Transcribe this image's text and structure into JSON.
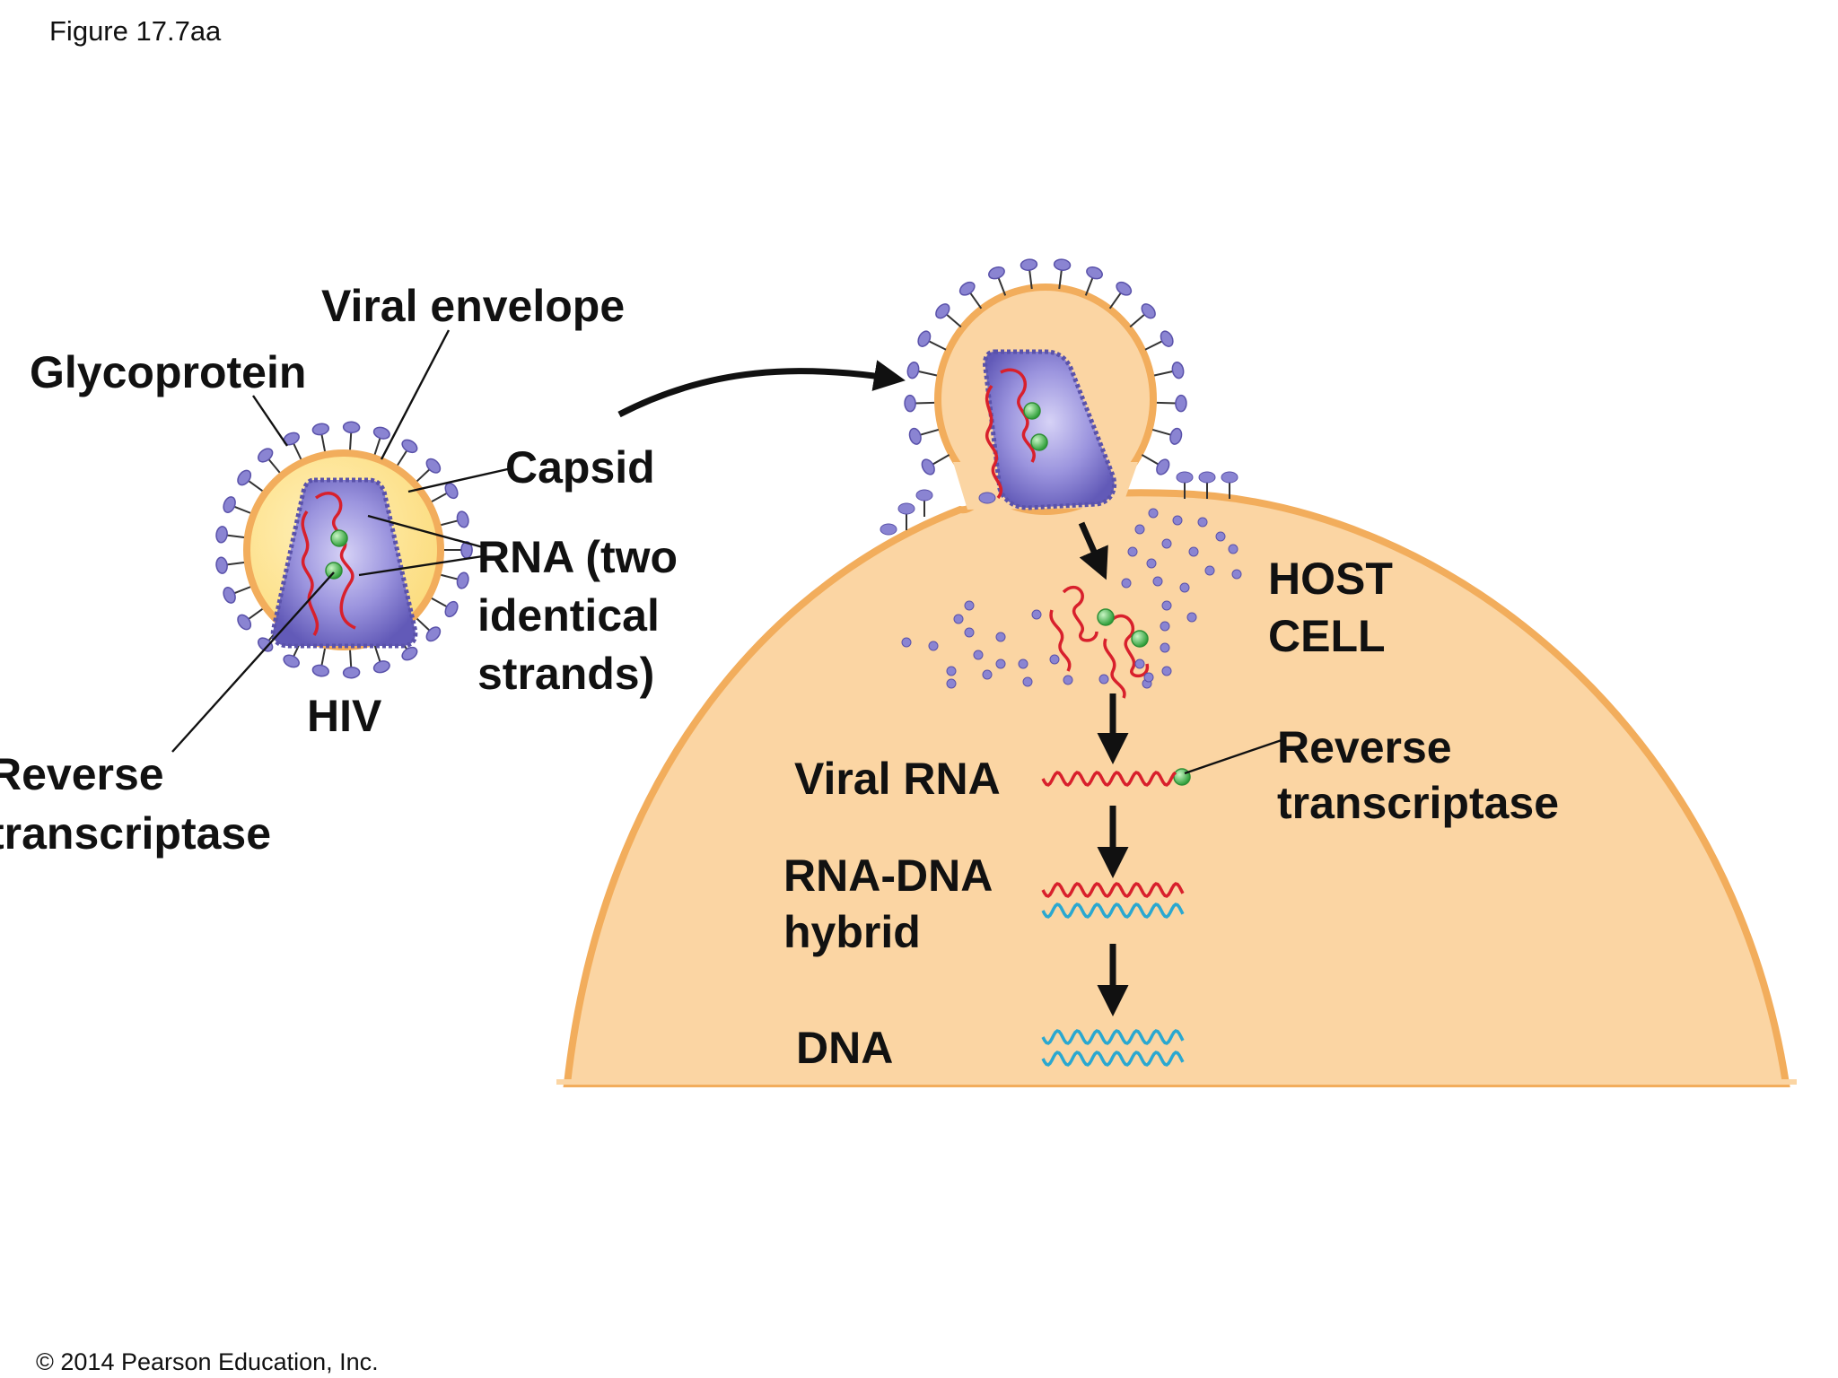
{
  "figure_label": "Figure 17.7aa",
  "copyright": "© 2014 Pearson Education, Inc.",
  "labels": {
    "viral_envelope": "Viral envelope",
    "glycoprotein": "Glycoprotein",
    "capsid": "Capsid",
    "rna_line1": "RNA (two",
    "rna_line2": "identical",
    "rna_line3": "strands)",
    "hiv": "HIV",
    "reverse_transcriptase_left_line1": "Reverse",
    "reverse_transcriptase_left_line2": "transcriptase",
    "host_cell_line1": "HOST",
    "host_cell_line2": "CELL",
    "reverse_transcriptase_right_line1": "Reverse",
    "reverse_transcriptase_right_line2": "transcriptase",
    "viral_rna": "Viral RNA",
    "rna_dna_line1": "RNA-DNA",
    "rna_dna_line2": "hybrid",
    "dna": "DNA"
  },
  "colors": {
    "host_cell_fill": "#fbd5a3",
    "host_cell_edge": "#f2ad5c",
    "virion_fill": "#fde28a",
    "virion_edge": "#f2ad5c",
    "capsid_fill": "#7c74cc",
    "capsid_edge": "#5a52aa",
    "glycoprotein": "#8a84d2",
    "rna_strand": "#d8202c",
    "dna_strand": "#2aa8d0",
    "enzyme": "#57c65a",
    "arrow": "#111111"
  },
  "icons": [
    "hiv-virion-icon",
    "capsid-icon",
    "rna-strand-icon",
    "enzyme-icon",
    "dna-strand-icon",
    "arrow-icon"
  ]
}
